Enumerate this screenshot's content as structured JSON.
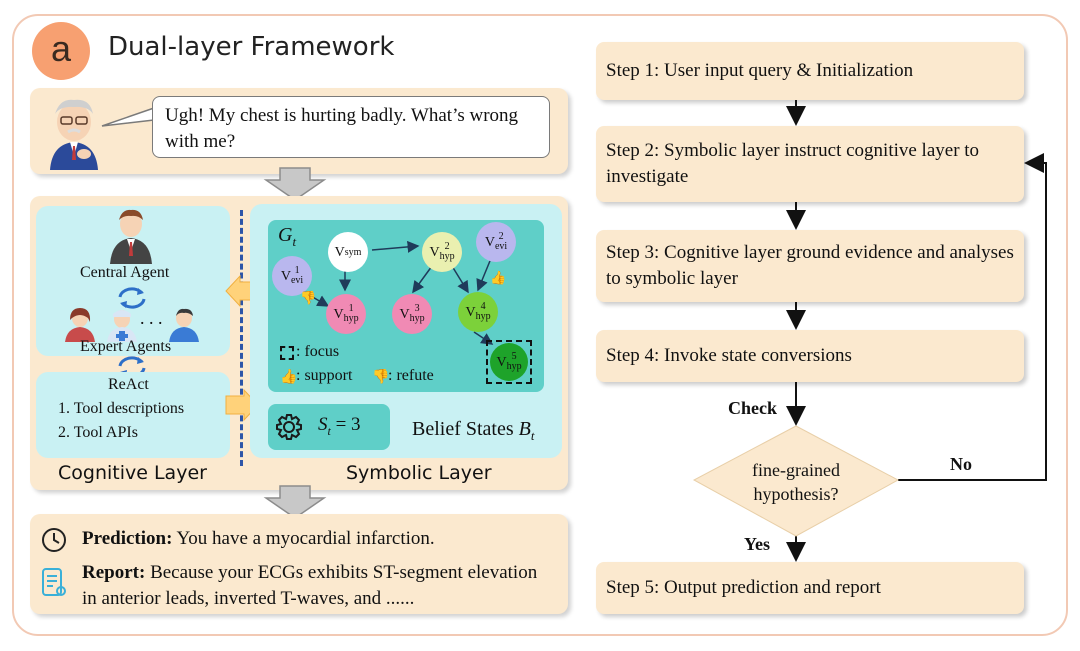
{
  "header": {
    "badge": "a",
    "title": "Dual-layer Framework"
  },
  "patient": {
    "speech": "Ugh! My chest is hurting badly. What’s wrong with me?"
  },
  "cognitive": {
    "central_agent": "Central Agent",
    "dots": ". . .",
    "expert_agents": "Expert Agents",
    "react_title": "ReAct",
    "react_items": [
      "1. Tool descriptions",
      "2. Tool APIs"
    ],
    "layer_label": "Cognitive Layer"
  },
  "symbolic": {
    "graph_label": "G",
    "graph_sub": "t",
    "nodes": {
      "sym": {
        "base": "V",
        "sub": "sym",
        "sup": ""
      },
      "hyp2": {
        "base": "V",
        "sub": "hyp",
        "sup": "2"
      },
      "evi2": {
        "base": "V",
        "sub": "evi",
        "sup": "2"
      },
      "evi1": {
        "base": "V",
        "sub": "evi",
        "sup": "1"
      },
      "hyp1": {
        "base": "V",
        "sub": "hyp",
        "sup": "1"
      },
      "hyp3": {
        "base": "V",
        "sub": "hyp",
        "sup": "3"
      },
      "hyp4": {
        "base": "V",
        "sub": "hyp",
        "sup": "4"
      },
      "hyp5": {
        "base": "V",
        "sub": "hyp",
        "sup": "5"
      }
    },
    "legend_focus": ": focus",
    "legend_support": ": support",
    "legend_refute": ": refute",
    "state_label": "S",
    "state_sub": "t",
    "state_value": "= 3",
    "belief_label": "Belief States ",
    "belief_var": "B",
    "belief_sub": "t",
    "layer_label": "Symbolic Layer"
  },
  "output": {
    "prediction_label": "Prediction:",
    "prediction_text": " You have a myocardial infarction.",
    "report_label": "Report:",
    "report_text": " Because your ECGs exhibits ST-segment elevation in anterior leads, inverted T-waves, and ......"
  },
  "flow": {
    "steps": [
      "Step 1: User input query & Initialization",
      "Step 2: Symbolic layer instruct cognitive layer to investigate",
      "Step 3: Cognitive layer ground evidence and analyses to symbolic layer",
      "Step 4: Invoke state conversions",
      "Step 5: Output prediction and report"
    ],
    "check_label": "Check",
    "decision": "fine-grained hypothesis?",
    "no_label": "No",
    "yes_label": "Yes"
  },
  "colors": {
    "panel": "#fbe9cf",
    "cyan": "#c9f1f3",
    "teal": "#5fcfc8",
    "accent": "#f7a071"
  }
}
